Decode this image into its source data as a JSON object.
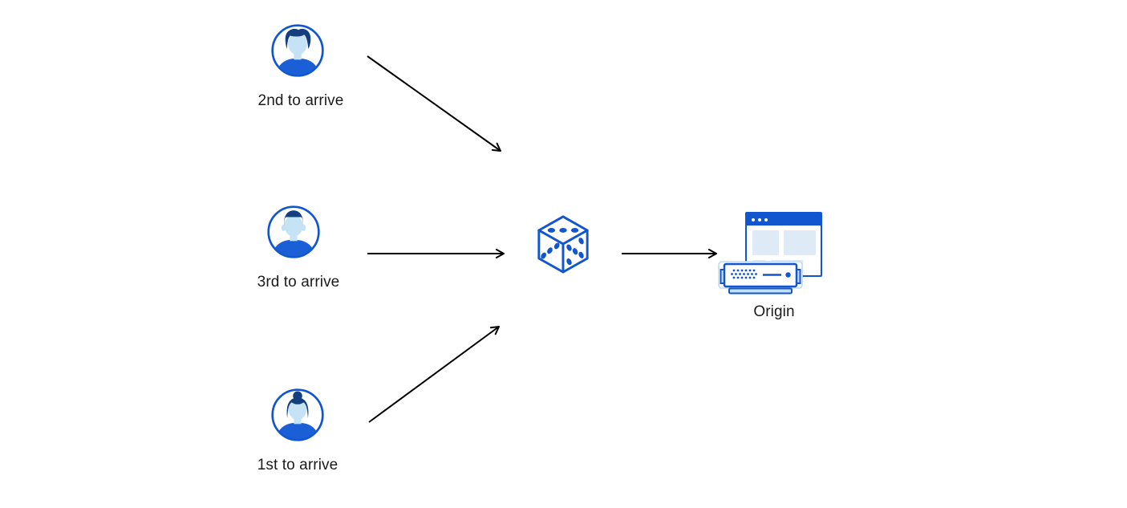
{
  "diagram": {
    "nodes": [
      {
        "id": "user-2nd",
        "label": "2nd to arrive",
        "icon": "user-avatar-icon"
      },
      {
        "id": "user-3rd",
        "label": "3rd to arrive",
        "icon": "user-avatar-icon"
      },
      {
        "id": "user-1st",
        "label": "1st to arrive",
        "icon": "user-avatar-icon"
      },
      {
        "id": "dice",
        "label": "",
        "icon": "dice-icon"
      },
      {
        "id": "origin",
        "label": "Origin",
        "icon": "origin-server-icon"
      }
    ],
    "edges": [
      {
        "from": "user-2nd",
        "to": "dice"
      },
      {
        "from": "user-3rd",
        "to": "dice"
      },
      {
        "from": "user-1st",
        "to": "dice"
      },
      {
        "from": "dice",
        "to": "origin"
      }
    ],
    "colors": {
      "accent_blue": "#1155cf",
      "shirt_blue": "#1a5fd6",
      "hair_navy": "#143f7e",
      "face_light_blue": "#c5e3f5",
      "panel_light_blue": "#deebf7",
      "tab_light_blue": "#c7e0f5",
      "halo_light_blue": "#bfdcf4",
      "arrow_black": "#000000",
      "background": "#ffffff",
      "text": "#1b1b1b"
    }
  }
}
